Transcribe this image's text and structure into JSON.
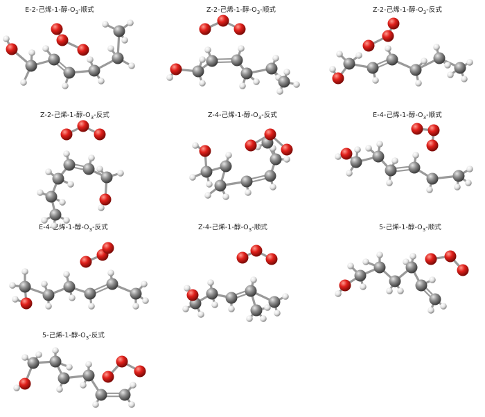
{
  "figure": {
    "panels": [
      {
        "name": "E-2-己烯-1-醇-O",
        "sub": "3",
        "suffix": "-顺式"
      },
      {
        "name": "Z-2-己烯-1-醇-O",
        "sub": "3",
        "suffix": "-顺式"
      },
      {
        "name": "Z-2-己烯-1-醇-O",
        "sub": "3",
        "suffix": "-反式"
      },
      {
        "name": "Z-2-己烯-1-醇-O",
        "sub": "3",
        "suffix": "-反式"
      },
      {
        "name": "Z-4-己烯-1-醇-O",
        "sub": "3",
        "suffix": "-反式"
      },
      {
        "name": "E-4-己烯-1-醇-O",
        "sub": "3",
        "suffix": "-顺式"
      },
      {
        "name": "E-4-己烯-1-醇-O",
        "sub": "3",
        "suffix": "-反式"
      },
      {
        "name": "Z-4-己烯-1-醇-O",
        "sub": "3",
        "suffix": "-顺式"
      },
      {
        "name": "5-己烯-1-醇-O",
        "sub": "3",
        "suffix": "-顺式"
      },
      {
        "name": "5-己烯-1-醇-O",
        "sub": "3",
        "suffix": "-反式"
      }
    ],
    "colors": {
      "carbon": "#8c8c8c",
      "oxygen": "#e0201b",
      "hydrogen": "#ececec",
      "bond": "#9a9a9a"
    }
  }
}
